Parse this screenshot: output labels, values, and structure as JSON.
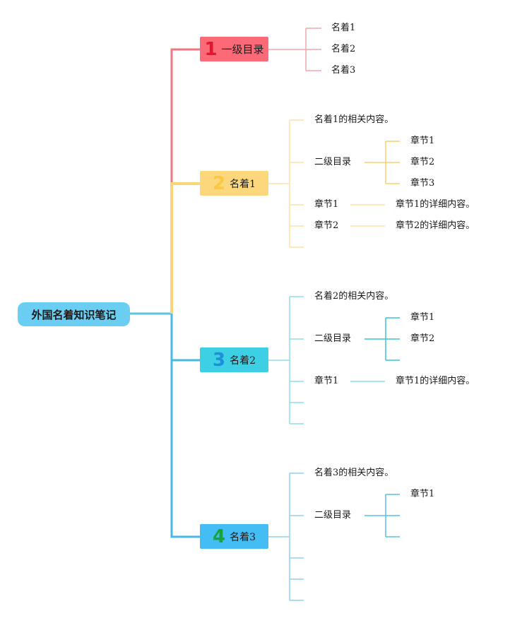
{
  "root": {
    "title": "外国名着知识笔记"
  },
  "branches": [
    {
      "number": "1",
      "title": "一级目录",
      "color": "#f76c79",
      "number_color": "#e3142d",
      "children": [
        "名着1",
        "名着2",
        "名着3"
      ]
    },
    {
      "number": "2",
      "title": "名着1",
      "color": "#fad67a",
      "number_color": "#f8c43d",
      "intro": "名着1的相关内容。",
      "subdir": {
        "title": "二级目录",
        "items": [
          "章节1",
          "章节2",
          "章节3"
        ]
      },
      "chapters": [
        {
          "title": "章节1",
          "detail": "章节1的详细内容。"
        },
        {
          "title": "章节2",
          "detail": "章节2的详细内容。"
        }
      ]
    },
    {
      "number": "3",
      "title": "名着2",
      "color": "#3ccfe5",
      "number_color": "#1f8ed9",
      "intro": "名着2的相关内容。",
      "subdir": {
        "title": "二级目录",
        "items": [
          "章节1",
          "章节2"
        ]
      },
      "chapters": [
        {
          "title": "章节1",
          "detail": "章节1的详细内容。"
        }
      ]
    },
    {
      "number": "4",
      "title": "名着3",
      "color": "#43bbf3",
      "number_color": "#1aa33c",
      "intro": "名着3的相关内容。",
      "subdir": {
        "title": "二级目录",
        "items": [
          "章节1"
        ]
      },
      "chapters": []
    }
  ]
}
